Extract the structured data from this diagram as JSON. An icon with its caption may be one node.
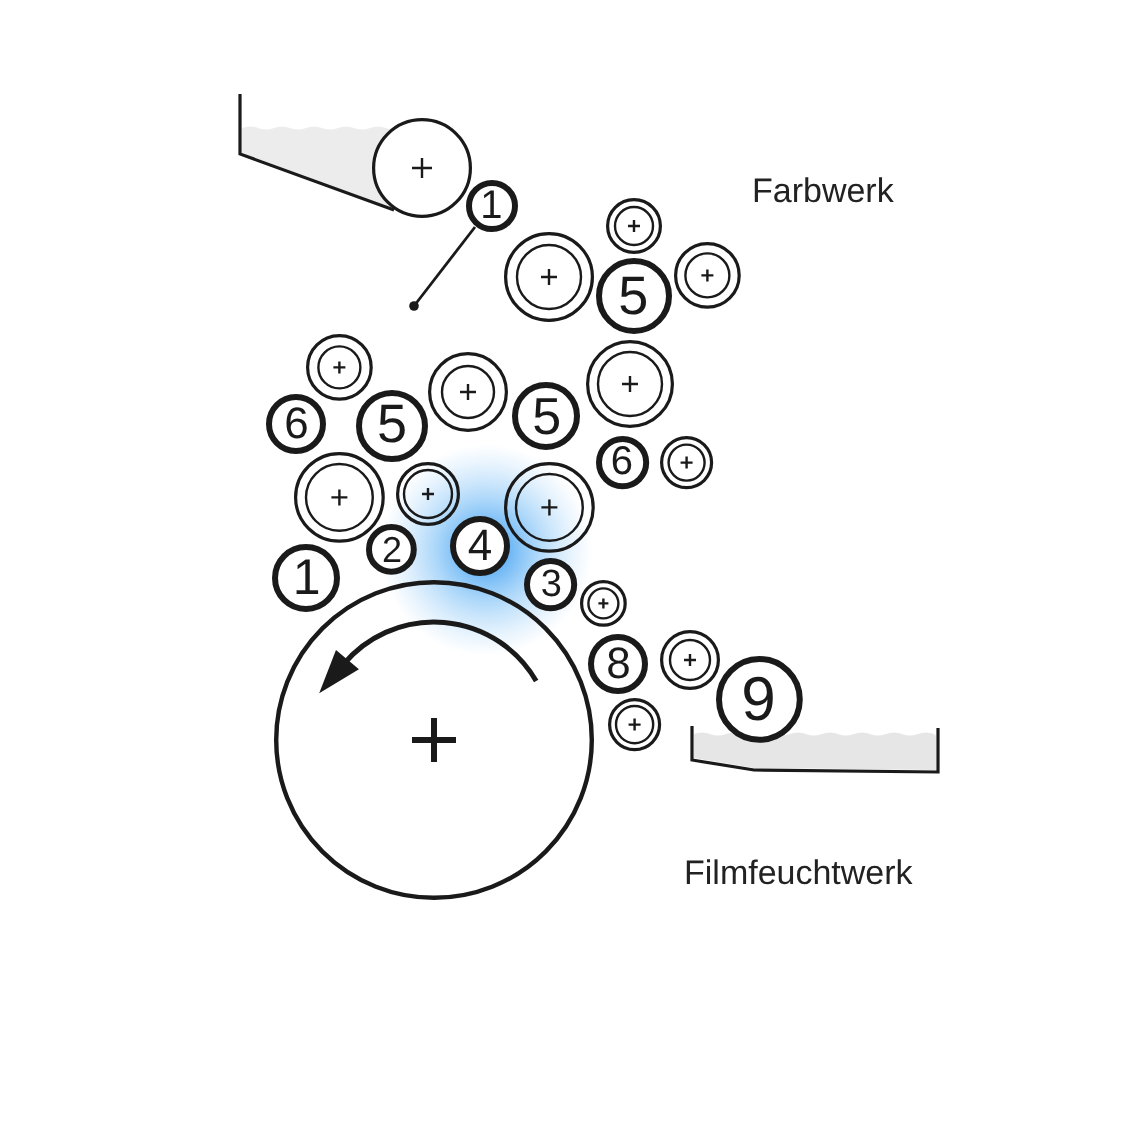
{
  "diagram": {
    "nodes": [
      {
        "text": [],
        "shape": "circle"
      },
      {
        "text": [
          "1"
        ]
      },
      {
        "text": [],
        "shape": "circle"
      },
      {
        "text": [],
        "shape": "circle"
      },
      {
        "text": [
          "5"
        ]
      },
      {
        "text": [],
        "shape": "circle"
      },
      {
        "text": [
          "6"
        ]
      },
      {
        "text": [],
        "shape": "circle"
      },
      {
        "text": [
          "5"
        ]
      },
      {
        "text": [],
        "shape": "circle"
      },
      {
        "text": [
          "5"
        ]
      },
      {
        "text": [],
        "shape": "circle"
      },
      {
        "text": [],
        "shape": "circle"
      },
      {
        "text": [],
        "shape": "circle"
      },
      {
        "text": [],
        "shape": "circle"
      },
      {
        "text": [
          "6"
        ]
      },
      {
        "text": [],
        "shape": "circle"
      },
      {
        "text": [
          "1"
        ]
      },
      {
        "text": [
          "2"
        ]
      },
      {
        "text": [
          "4"
        ]
      },
      {
        "text": [
          "3"
        ]
      },
      {
        "text": [],
        "shape": "circle"
      },
      {
        "text": [],
        "shape": "circle"
      },
      {
        "text": [
          "8"
        ]
      },
      {
        "text": [],
        "shape": "circle"
      },
      {
        "text": [],
        "shape": "circle"
      },
      {
        "text": [
          "9"
        ]
      }
    ],
    "labels": [
      "Farbwerk",
      "Filmfeuchtwerk"
    ]
  }
}
